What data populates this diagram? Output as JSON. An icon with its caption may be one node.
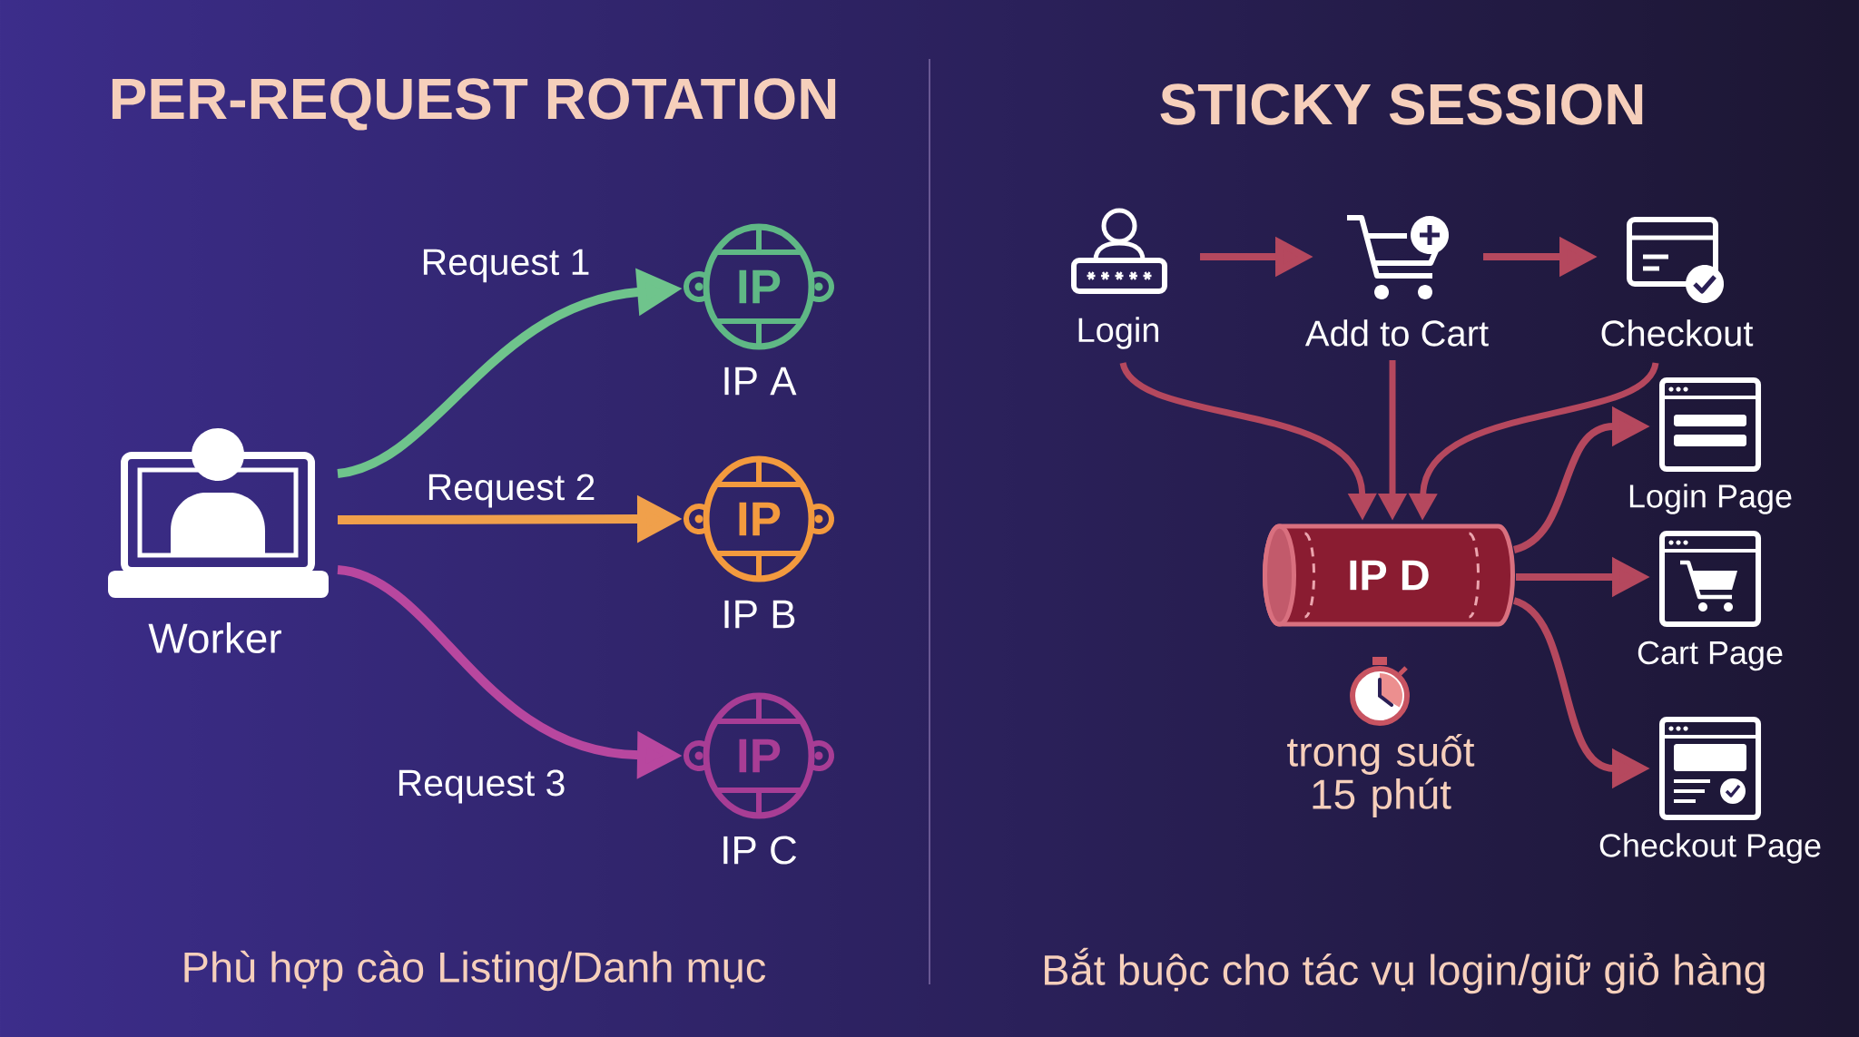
{
  "diagram": {
    "nodes": [
      {
        "text": [
          "Worker"
        ]
      },
      {
        "text": [
          "IP"
        ],
        "beside": [
          "IP A"
        ]
      },
      {
        "text": [
          "IP"
        ],
        "beside": [
          "IP B"
        ]
      },
      {
        "text": [
          "IP"
        ],
        "beside": [
          "IP C"
        ]
      },
      {
        "text": [
          "Login"
        ]
      },
      {
        "text": [
          "Add to Cart"
        ]
      },
      {
        "text": [
          "Checkout"
        ]
      },
      {
        "text": [
          "IP D"
        ],
        "beside": [
          "trong suốt 15 phút"
        ]
      },
      {
        "text": [
          "Login Page"
        ]
      },
      {
        "text": [
          "Cart Page"
        ]
      },
      {
        "text": [
          "Checkout Page"
        ]
      }
    ],
    "edges": [
      {
        "from": 0,
        "to": 1,
        "arrow": "to",
        "label": "Request 1",
        "color": "#6fc48c"
      },
      {
        "from": 0,
        "to": 2,
        "arrow": "to",
        "label": "Request 2",
        "color": "#f0a04b"
      },
      {
        "from": 0,
        "to": 3,
        "arrow": "to",
        "label": "Request 3",
        "color": "#b8479f"
      },
      {
        "from": 4,
        "to": 5,
        "arrow": "to"
      },
      {
        "from": 5,
        "to": 6,
        "arrow": "to"
      },
      {
        "from": 4,
        "to": 7,
        "arrow": "to"
      },
      {
        "from": 5,
        "to": 7,
        "arrow": "to"
      },
      {
        "from": 6,
        "to": 7,
        "arrow": "to"
      },
      {
        "from": 7,
        "to": 8,
        "arrow": "to"
      },
      {
        "from": 7,
        "to": 9,
        "arrow": "to"
      },
      {
        "from": 7,
        "to": 10,
        "arrow": "to"
      }
    ],
    "labels": [
      "PER-REQUEST ROTATION",
      "STICKY SESSION",
      "Phù hợp cào Listing/Danh mục",
      "Bắt buộc cho tác vụ login/giữ giỏ hàng"
    ]
  }
}
